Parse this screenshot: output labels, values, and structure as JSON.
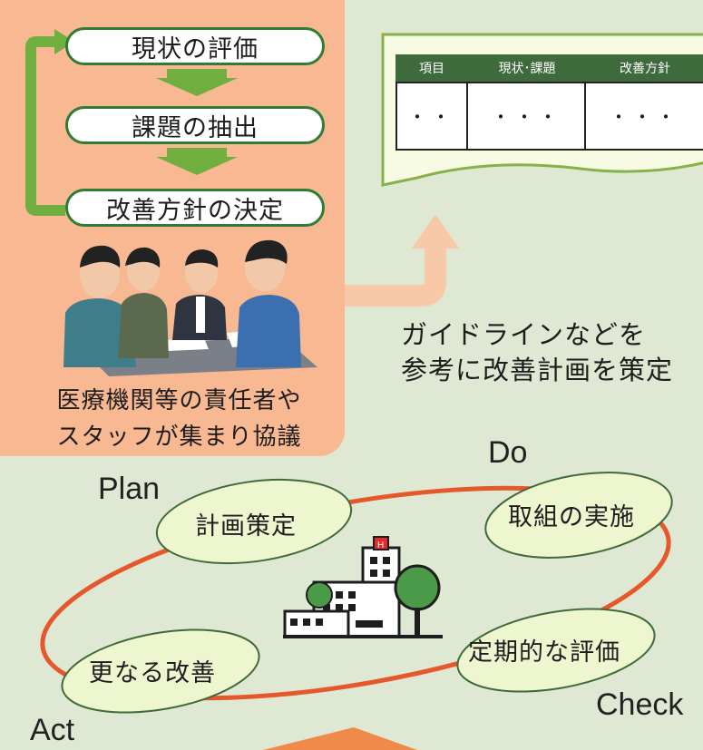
{
  "process_steps": [
    {
      "label": "現状の評価"
    },
    {
      "label": "課題の抽出"
    },
    {
      "label": "改善方針の決定"
    }
  ],
  "meeting_caption": [
    "医療機関等の責任者や",
    "スタッフが集まり協議"
  ],
  "plan_document": {
    "headers": [
      "項目",
      "現状･課題",
      "改善方針"
    ],
    "cells": [
      "・・",
      "・・・",
      "・・・"
    ]
  },
  "plan_note": [
    "ガイドラインなどを",
    "参考に改善計画を策定"
  ],
  "pdca": {
    "plan": {
      "label": "Plan",
      "text": "計画策定"
    },
    "do": {
      "label": "Do",
      "text": "取組の実施"
    },
    "check": {
      "label": "Check",
      "text": "定期的な評価"
    },
    "act": {
      "label": "Act",
      "text": "更なる改善"
    }
  },
  "colors": {
    "background": "#dfe8d2",
    "panel": "#f7b892",
    "green": "#2f7d34",
    "table_header": "#3f6a3c",
    "cycle_ring": "#e4582c",
    "bubble": "#eef6cf"
  },
  "icons": {
    "hospital": "hospital-building-icon",
    "meeting": "people-meeting-illustration"
  }
}
